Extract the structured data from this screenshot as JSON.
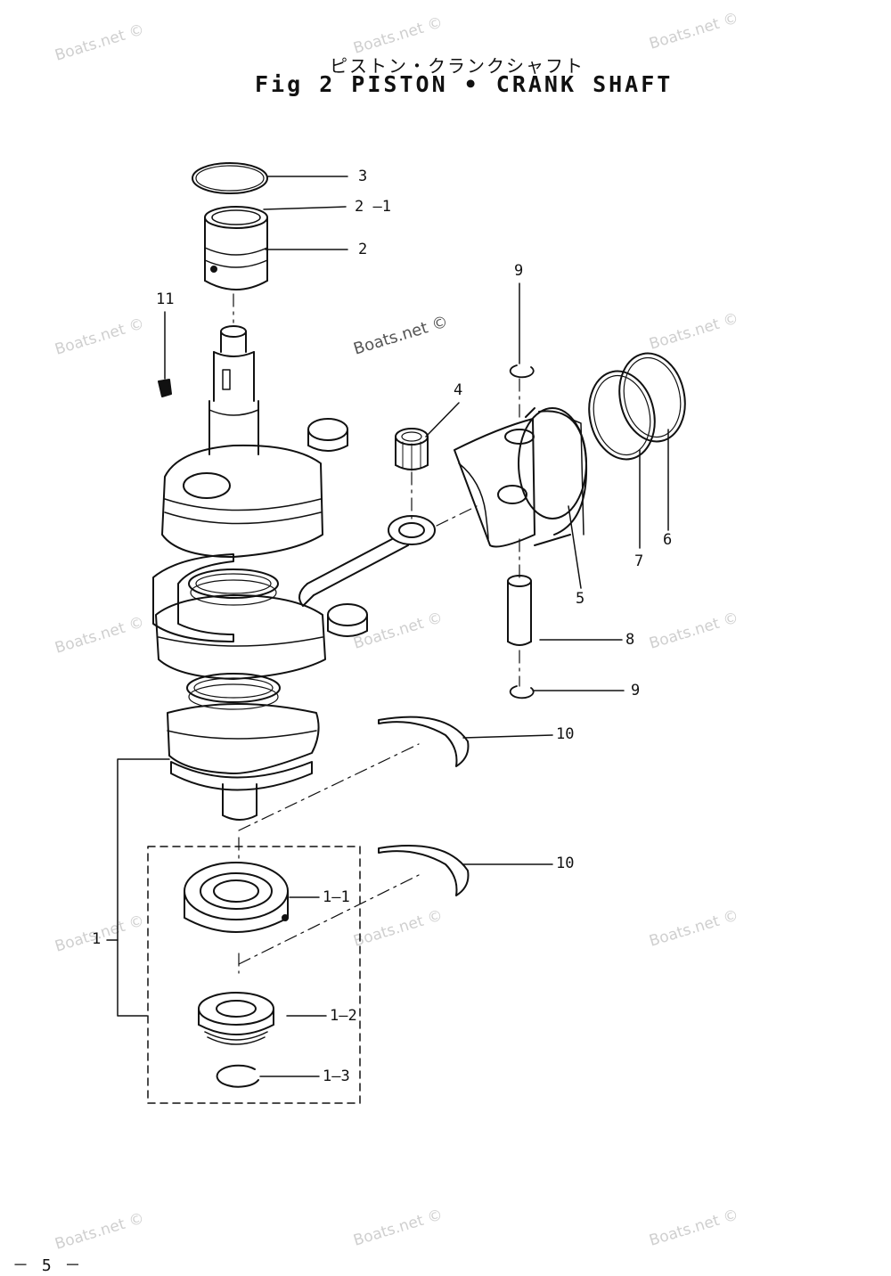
{
  "header": {
    "title_jp": "ピストン・クランクシャフト",
    "title_en": "Fig 2  PISTON • CRANK SHAFT"
  },
  "footer": {
    "page_number": "－ 5 －"
  },
  "watermark": {
    "text": "Boats.net ©"
  },
  "callouts": [
    {
      "id": "c3",
      "text": "3"
    },
    {
      "id": "c2-1",
      "text": "2 –1"
    },
    {
      "id": "c2",
      "text": "2"
    },
    {
      "id": "c11",
      "text": "11"
    },
    {
      "id": "c9a",
      "text": "9"
    },
    {
      "id": "c4",
      "text": "4"
    },
    {
      "id": "c6",
      "text": "6"
    },
    {
      "id": "c7",
      "text": "7"
    },
    {
      "id": "c5",
      "text": "5"
    },
    {
      "id": "c8",
      "text": "8"
    },
    {
      "id": "c9b",
      "text": "9"
    },
    {
      "id": "c10a",
      "text": "10"
    },
    {
      "id": "c10b",
      "text": "10"
    },
    {
      "id": "c1-1",
      "text": "1–1"
    },
    {
      "id": "c1",
      "text": "1"
    },
    {
      "id": "c1-2",
      "text": "1–2"
    },
    {
      "id": "c1-3",
      "text": "1–3"
    }
  ]
}
